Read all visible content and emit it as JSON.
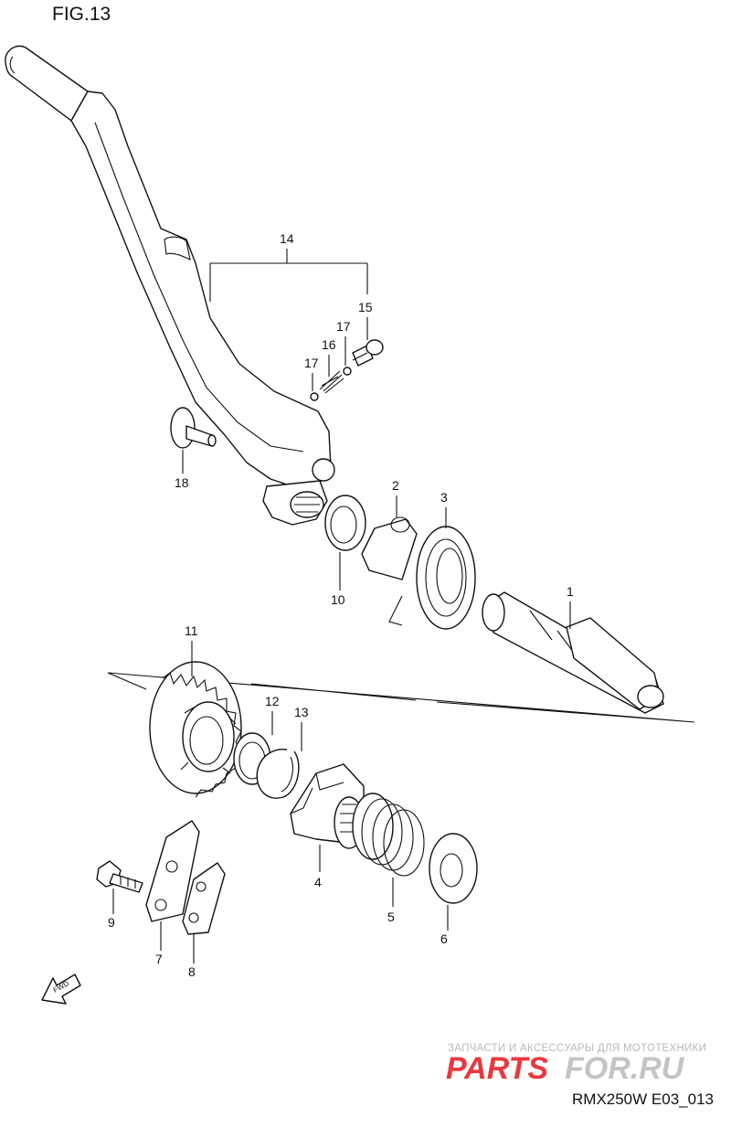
{
  "figure_title": "FIG.13",
  "model_code": "RMX250W E03_013",
  "fwd_label": "FWD",
  "watermark": {
    "top_text": "ЗАПЧАСТИ И АКСЕССУАРЫ ДЛЯ МОТОТЕХНИКИ",
    "logo_part1": "PARTS",
    "logo_part2": "FOR.RU"
  },
  "callouts": {
    "p1": "1",
    "p2": "2",
    "p3": "3",
    "p4": "4",
    "p5": "5",
    "p6": "6",
    "p7": "7",
    "p8": "8",
    "p9": "9",
    "p10": "10",
    "p11": "11",
    "p12": "12",
    "p13": "13",
    "p14": "14",
    "p15": "15",
    "p16": "16",
    "p17a": "17",
    "p17b": "17",
    "p18": "18"
  },
  "colors": {
    "line": "#111111",
    "watermark_red": "#e8393f",
    "watermark_gray": "#c4c4c4"
  }
}
